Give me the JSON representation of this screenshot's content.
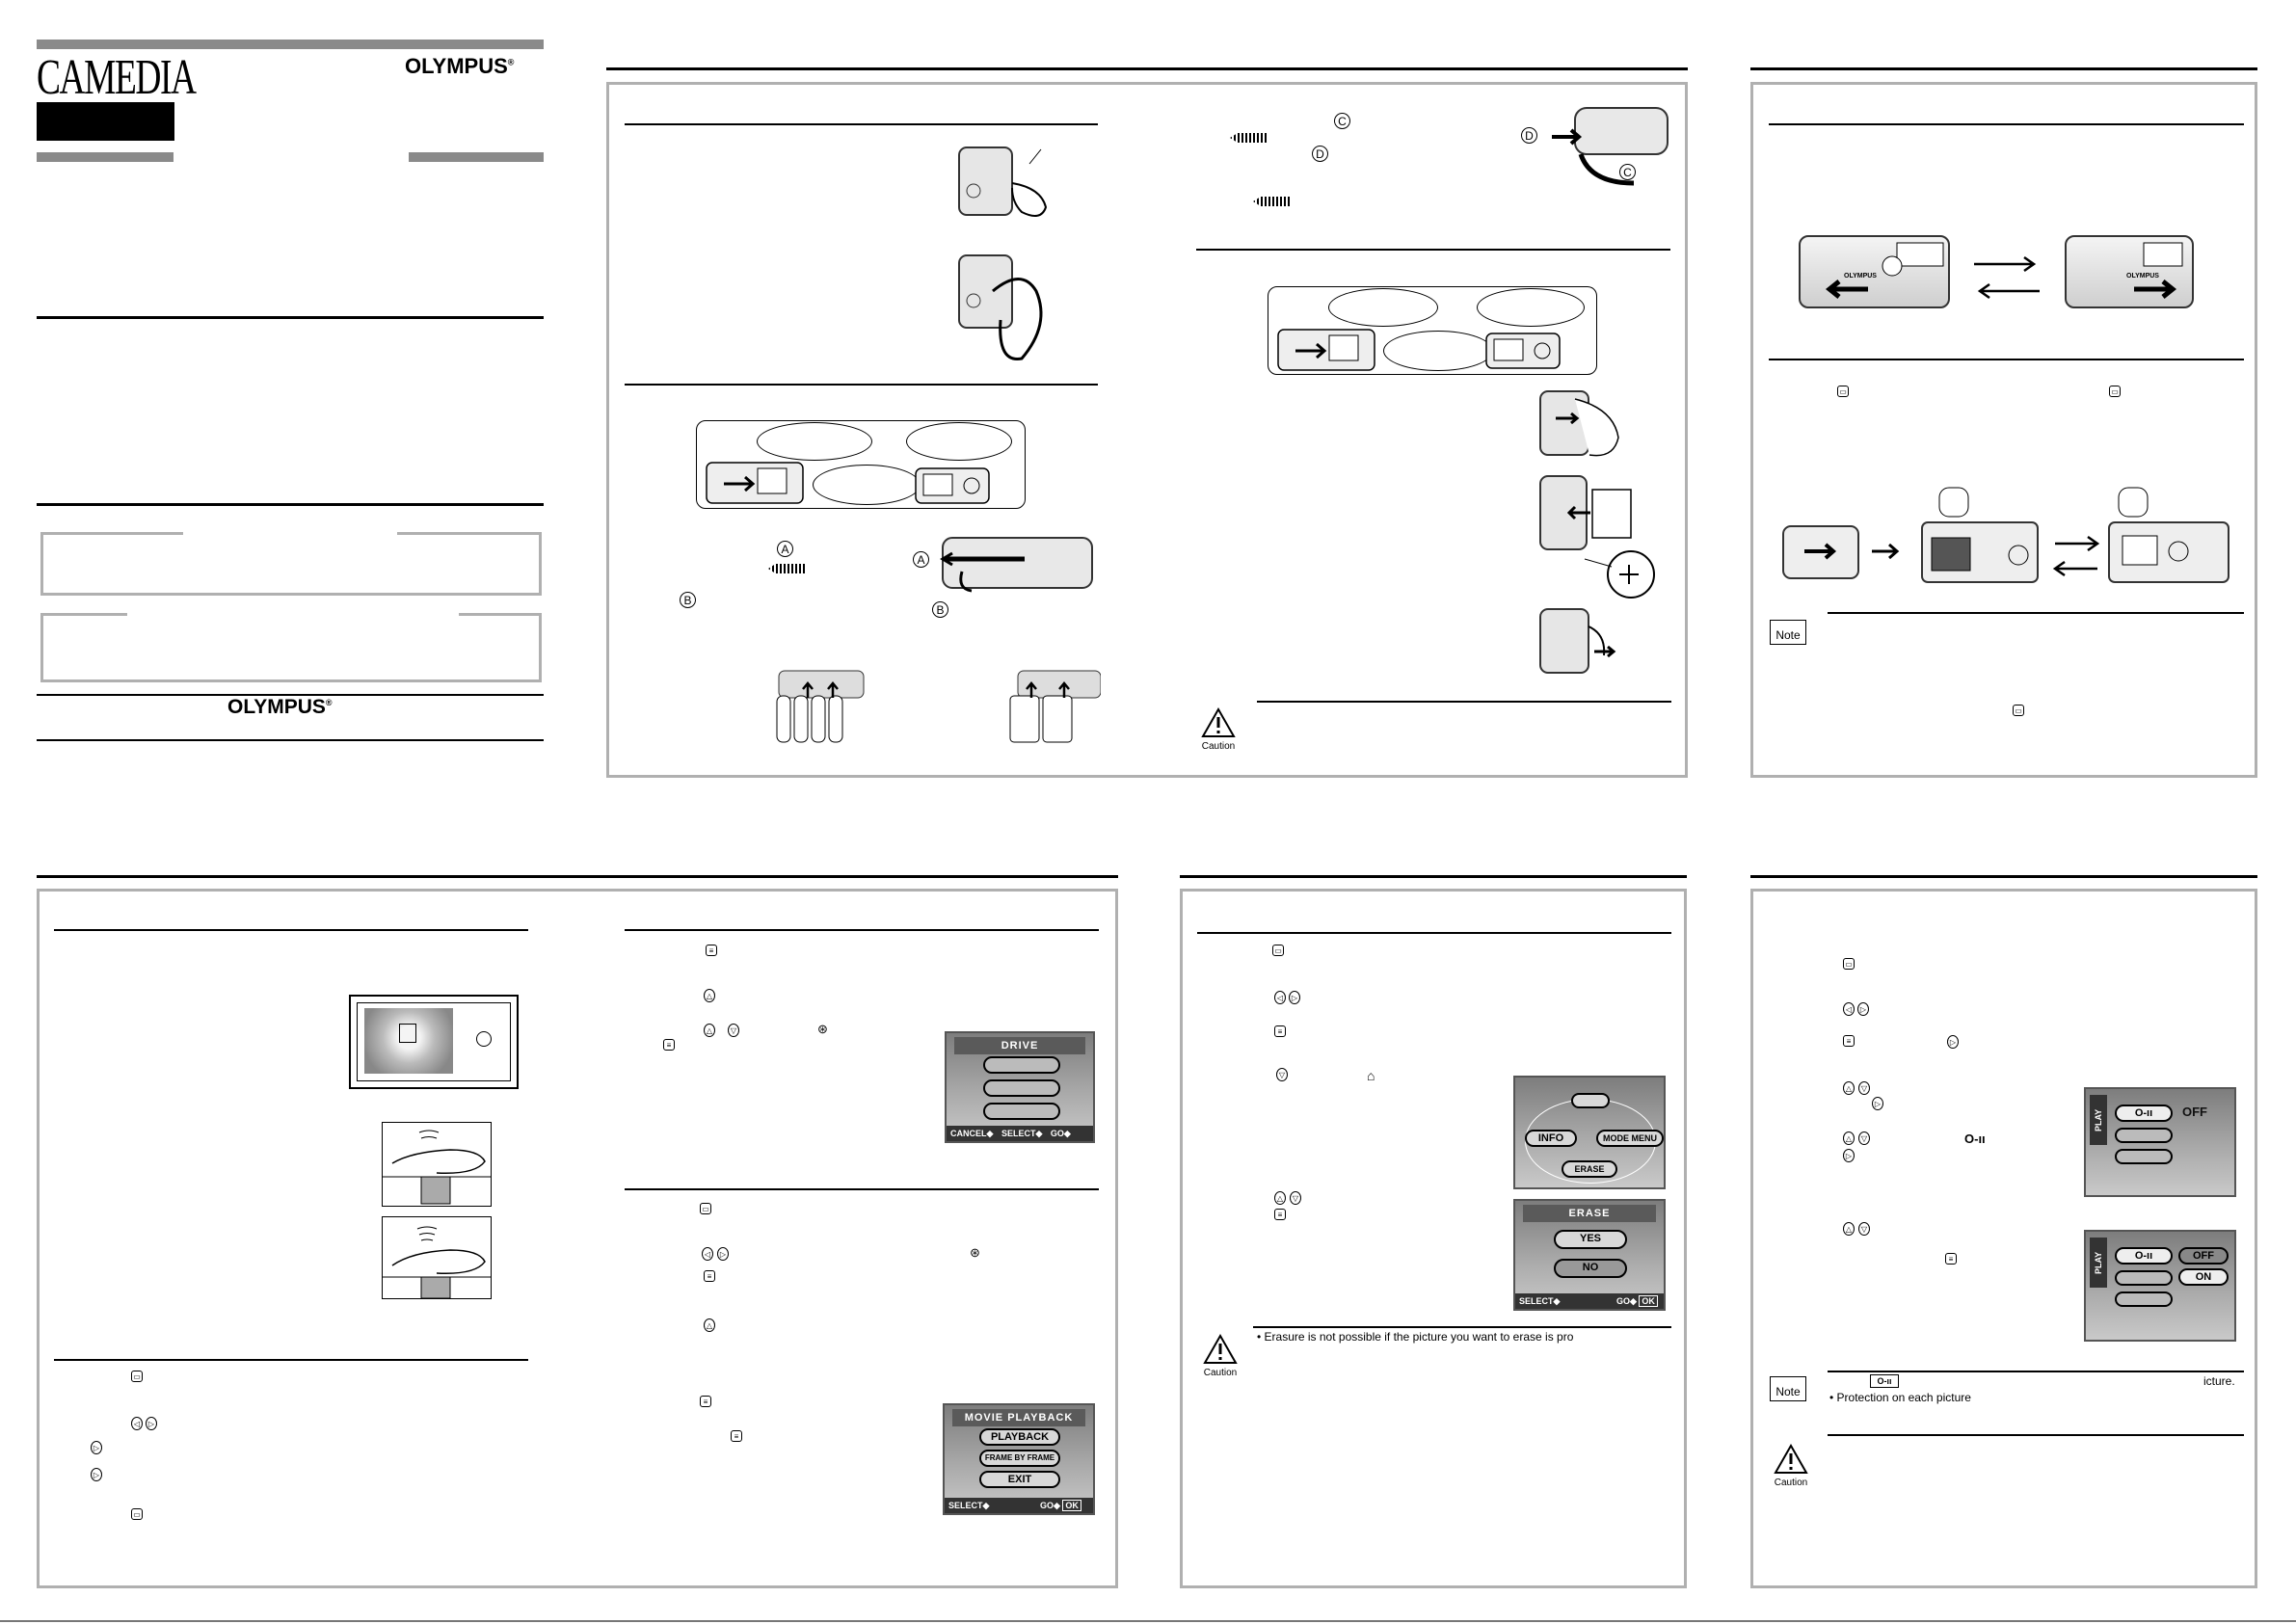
{
  "brand": {
    "product": "CAMEDIA",
    "maker": "OLYMPUS",
    "maker_mark": "®"
  },
  "screens": {
    "drive": {
      "title": "DRIVE",
      "footer_cancel": "CANCEL◆",
      "footer_select": "SELECT◆",
      "footer_go": "GO◆",
      "footer_ok": "OK"
    },
    "movie": {
      "title": "MOVIE PLAYBACK",
      "options": [
        "PLAYBACK",
        "FRAME BY FRAME",
        "EXIT"
      ],
      "footer_select": "SELECT◆",
      "footer_go": "GO◆",
      "footer_ok": "OK"
    },
    "mode_menu": {
      "info": "INFO",
      "mode_menu": "MODE MENU",
      "erase": "ERASE"
    },
    "erase": {
      "title": "ERASE",
      "yes": "YES",
      "no": "NO",
      "footer_select": "SELECT◆",
      "footer_go": "GO◆",
      "footer_ok": "OK"
    },
    "protect1": {
      "tab": "PLAY",
      "value": "OFF"
    },
    "protect2": {
      "tab": "PLAY",
      "off": "OFF",
      "on": "ON"
    }
  },
  "labels": {
    "circle_a": "A",
    "circle_b": "B",
    "circle_c": "C",
    "circle_d": "D",
    "caution": "Caution",
    "note": "Note"
  },
  "texts": {
    "erase_caution": "•  Erasure is not possible if the picture you want to erase is pro",
    "protect_note_end": "icture.",
    "protect_note_bullet": "•  Protection on each picture"
  }
}
